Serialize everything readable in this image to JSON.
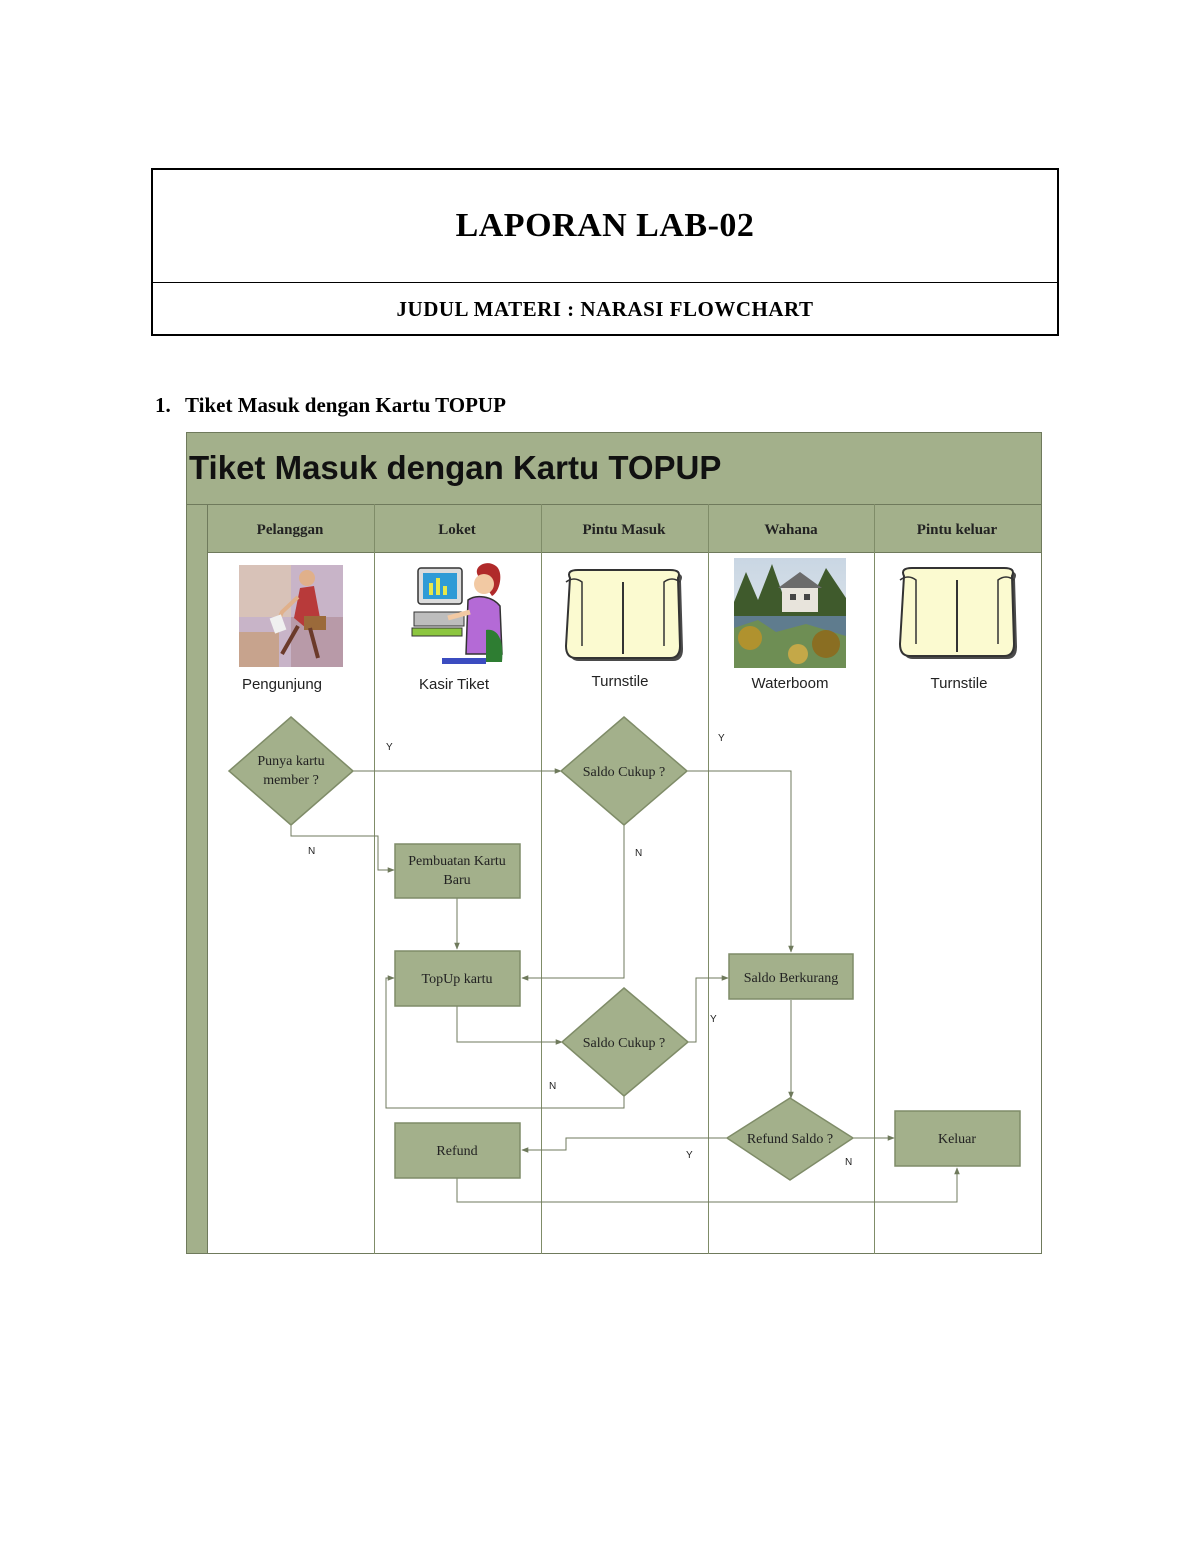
{
  "header": {
    "title": "LAPORAN LAB-02",
    "subtitle": "JUDUL MATERI : NARASI FLOWCHART"
  },
  "section": {
    "number": "1.",
    "heading": "Tiket Masuk dengan Kartu TOPUP"
  },
  "flowchart": {
    "title": "Tiket Masuk dengan Kartu TOPUP",
    "lanes": [
      "Pelanggan",
      "Loket",
      "Pintu Masuk",
      "Wahana",
      "Pintu keluar"
    ],
    "images": [
      {
        "icon": "walking-woman-icon",
        "caption": "Pengunjung"
      },
      {
        "icon": "cashier-computer-icon",
        "caption": "Kasir Tiket"
      },
      {
        "icon": "turnstile-icon",
        "caption": "Turnstile"
      },
      {
        "icon": "waterboom-photo",
        "caption": "Waterboom"
      },
      {
        "icon": "turnstile-icon",
        "caption": "Turnstile"
      }
    ],
    "nodes": {
      "punya_kartu": {
        "line1": "Punya kartu",
        "line2": "member ?"
      },
      "saldo_cukup_1": "Saldo Cukup ?",
      "pembuatan_kartu": {
        "line1": "Pembuatan Kartu",
        "line2": "Baru"
      },
      "topup_kartu": "TopUp kartu",
      "saldo_berkurang": "Saldo Berkurang",
      "saldo_cukup_2": "Saldo Cukup ?",
      "refund_saldo": "Refund Saldo ?",
      "refund": "Refund",
      "keluar": "Keluar"
    },
    "edge_labels": {
      "yes": "Y",
      "no": "N"
    },
    "colors": {
      "band": "#a3b08b",
      "node_fill": "#a3b08b",
      "node_stroke": "#7f8c68",
      "line": "#6f7a5c"
    }
  }
}
